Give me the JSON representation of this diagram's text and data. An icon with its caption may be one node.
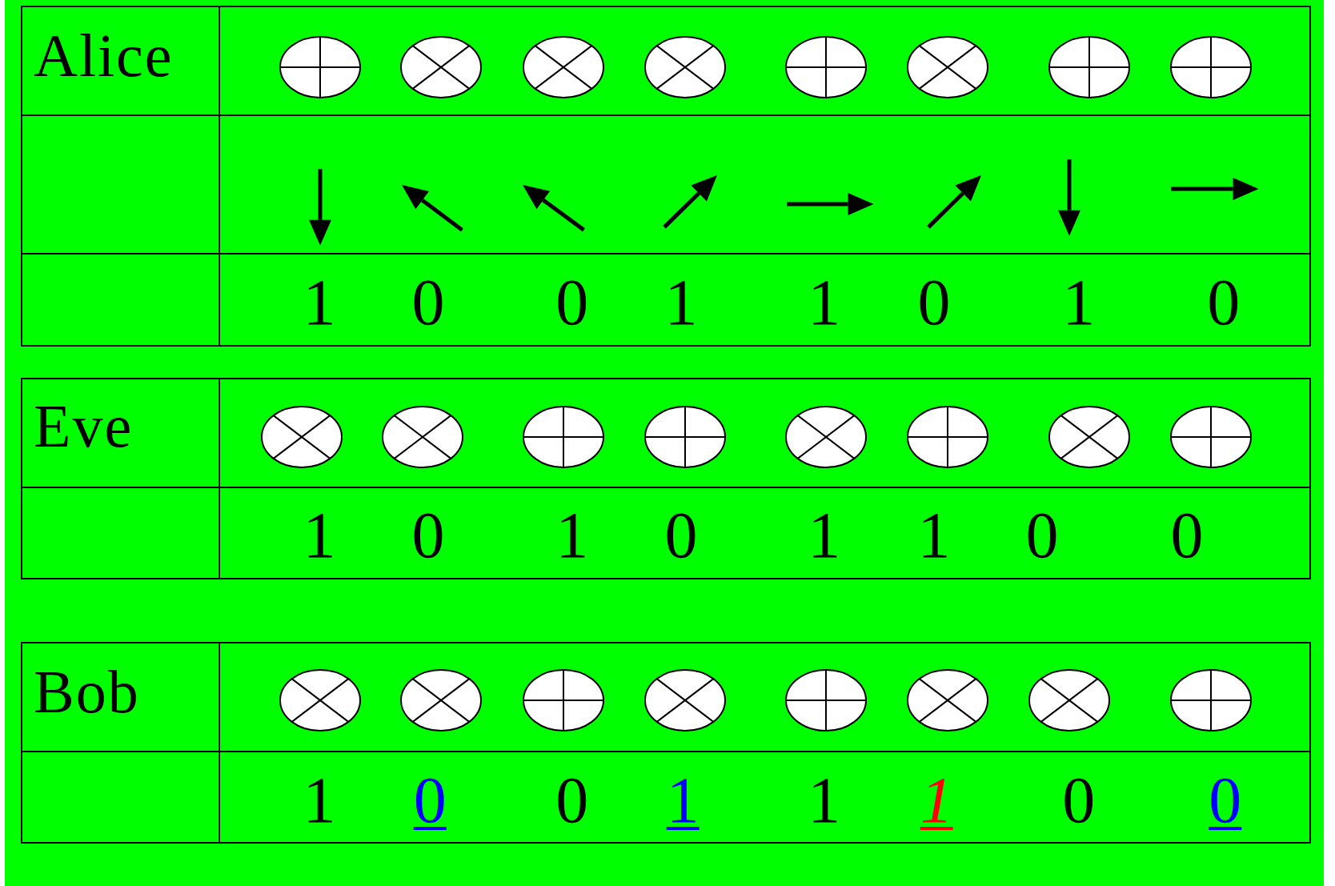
{
  "diagram": {
    "labels": [
      "Alice",
      "1",
      "0",
      "0",
      "1",
      "1",
      "0",
      "1",
      "0",
      "Eve",
      "1",
      "0",
      "1",
      "0",
      "1",
      "1",
      "0",
      "0",
      "Bob",
      "1",
      "0",
      "0",
      "1",
      "1",
      "1",
      "0",
      "0"
    ]
  }
}
